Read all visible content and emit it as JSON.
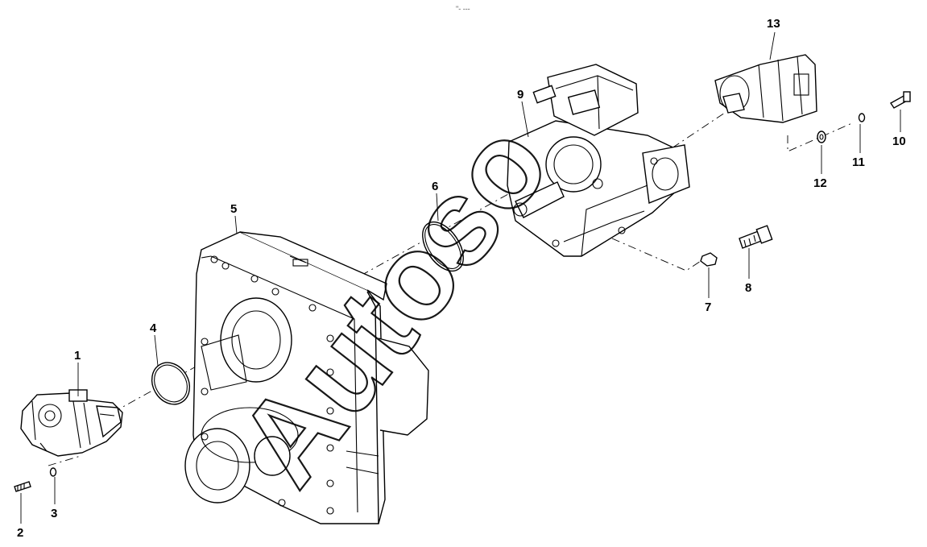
{
  "callouts": [
    "1",
    "2",
    "3",
    "4",
    "5",
    "6",
    "7",
    "8",
    "9",
    "10",
    "11",
    "12",
    "13"
  ],
  "top_mark": "\"- ---",
  "watermark": "Autoso"
}
